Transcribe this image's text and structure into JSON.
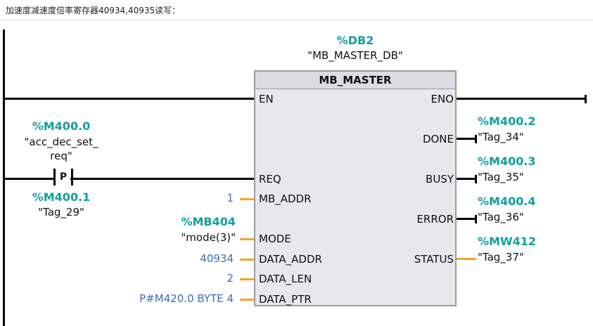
{
  "header": {
    "title": "加速度减速度倍率寄存器40934,40935读写："
  },
  "instance_db": {
    "address": "%DB2",
    "name": "\"MB_MASTER_DB\""
  },
  "block": {
    "title": "MB_MASTER",
    "inputs": {
      "en": "EN",
      "req": "REQ",
      "mb_addr": "MB_ADDR",
      "mode": "MODE",
      "data_addr": "DATA_ADDR",
      "data_len": "DATA_LEN",
      "data_ptr": "DATA_PTR"
    },
    "outputs": {
      "eno": "ENO",
      "done": "DONE",
      "busy": "BUSY",
      "error": "ERROR",
      "status": "STATUS"
    }
  },
  "contact": {
    "symbol": "P",
    "operand": "%M400.0",
    "operand_name_line1": "\"acc_dec_set_",
    "operand_name_line2": "req\"",
    "edge_bit": "%M400.1",
    "edge_bit_name": "\"Tag_29\""
  },
  "params": {
    "mb_addr_value": "1",
    "mode_address": "%MB404",
    "mode_name": "\"mode(3)\"",
    "data_addr_value": "40934",
    "data_len_value": "2",
    "data_ptr_value": "P#M420.0 BYTE 4"
  },
  "outputs_tags": {
    "done_address": "%M400.2",
    "done_name": "\"Tag_34\"",
    "busy_address": "%M400.3",
    "busy_name": "\"Tag_35\"",
    "error_address": "%M400.4",
    "error_name": "\"Tag_36\"",
    "status_address": "%MW412",
    "status_name": "\"Tag_37\""
  },
  "colors": {
    "teal": "#139ea0",
    "blue": "#3c6bc0",
    "orange": "#f5a623",
    "block_bg": "#e7e7ec"
  }
}
